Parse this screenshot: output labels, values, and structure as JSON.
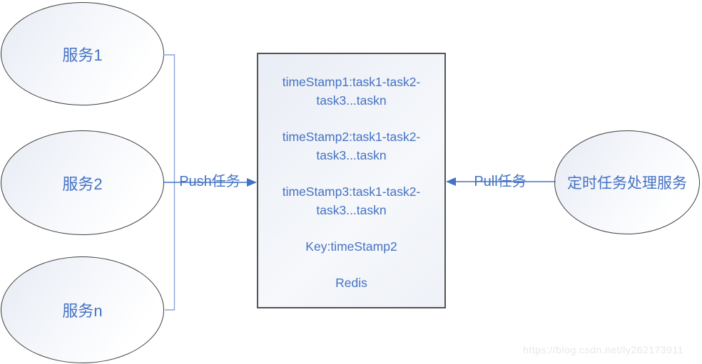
{
  "diagram": {
    "services": [
      {
        "label": "服务1"
      },
      {
        "label": "服务2"
      },
      {
        "label": "服务n"
      }
    ],
    "redis_box": {
      "entries": [
        {
          "line1": "timeStamp1:task1-task2-",
          "line2": "task3...taskn"
        },
        {
          "line1": "timeStamp2:task1-task2-",
          "line2": "task3...taskn"
        },
        {
          "line1": "timeStamp3:task1-task2-",
          "line2": "task3...taskn"
        }
      ],
      "key_label": "Key:timeStamp2",
      "title": "Redis"
    },
    "consumer": {
      "label": "定时任务处理服务"
    },
    "edges": {
      "push_label": "Push任务",
      "pull_label": "Pull任务"
    },
    "watermark": "https://blog.csdn.net/ly262173911",
    "colors": {
      "text_blue": "#4472C4",
      "connector_blue": "#8AA2D8",
      "arrow_blue": "#4472C4",
      "shape_border": "#3f3f3f"
    }
  }
}
